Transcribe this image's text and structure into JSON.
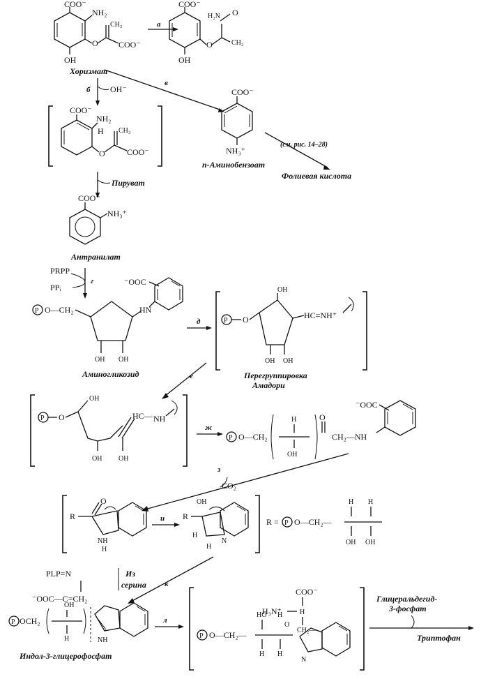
{
  "compounds": {
    "chorismate": "Хоризмат",
    "aminobenzoate": "п-Аминобензоат",
    "folic": "Фолиевая кислота",
    "see_fig": "(см. рис. 14–28)",
    "pyruvate": "Пируват",
    "anthranilate": "Антранилат",
    "aminoglycoside": "Аминогликозид",
    "amadori_1": "Перегруппировка",
    "amadori_2": "Амадори",
    "indole_gp": "Индол-3-глицерофосфат",
    "from_serine_1": "Из",
    "from_serine_2": "серина",
    "g3p_1": "Глицеральдегид-",
    "g3p_2": "3-фосфат",
    "tryptophan": "Триптофан"
  },
  "steps": {
    "a": "а",
    "b": "б",
    "v": "в",
    "g": "г",
    "d": "д",
    "e": "е",
    "zh": "ж",
    "z": "з",
    "i": "и",
    "k": "к",
    "l": "л"
  },
  "groups": {
    "coo": "COO⁻",
    "nh2": "NH₂",
    "ch2": "CH₂",
    "oh": "OH",
    "oh_minus": "OH⁻",
    "h2n": "H₂N",
    "o": "O",
    "h": "H",
    "nh3": "NH₃⁺",
    "nh3b": "NH₃⁺",
    "prpp": "PRPP",
    "ppi": "PPᵢ",
    "ooc": "⁻OOC",
    "hn": "HN",
    "nh": "NH",
    "och2": "O—CH₂",
    "hcnh": "HC=NH⁺",
    "hc": "HC—",
    "co2": "CO₂",
    "r": "R",
    "r_eq": "R =",
    "plp": "PLP=N",
    "ooc2": "⁻OOC—C=CH₂",
    "h3n": "H₃N⁺",
    "ho": "HO",
    "ch2_2": "CH₂—",
    "n": "N",
    "och2b": "OCH₂",
    "ch2nh": "CH₂—NH",
    "ocr2": "O—CH₂—"
  },
  "phosphate": "P"
}
